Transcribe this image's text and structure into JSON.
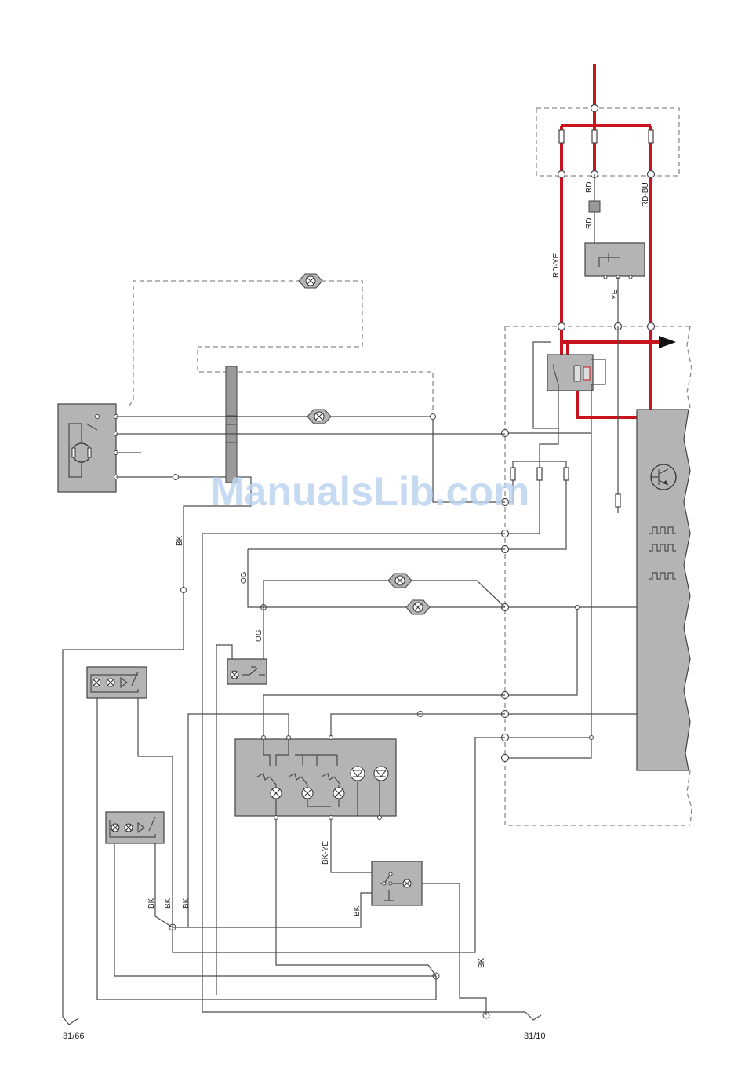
{
  "watermark": "ManualsLib.com",
  "wire_labels": {
    "rd_1": "RD",
    "rd_2": "RD",
    "rd_bu": "RD-BU",
    "rd_ye": "RD-YE",
    "ye": "YE",
    "bk_1": "BK",
    "og_1": "OG",
    "og_2": "OG",
    "bk_ye": "BK-YE",
    "bk_2": "BK",
    "bk_3": "BK",
    "bk_4": "BK",
    "bk_5": "BK",
    "bk_6": "BK"
  },
  "ground_labels": {
    "left": "31/66",
    "right": "31/10"
  },
  "colors": {
    "power_wire": "#c8141e",
    "component_fill": "#b4b4b4",
    "wire": "#4a4a4a"
  }
}
